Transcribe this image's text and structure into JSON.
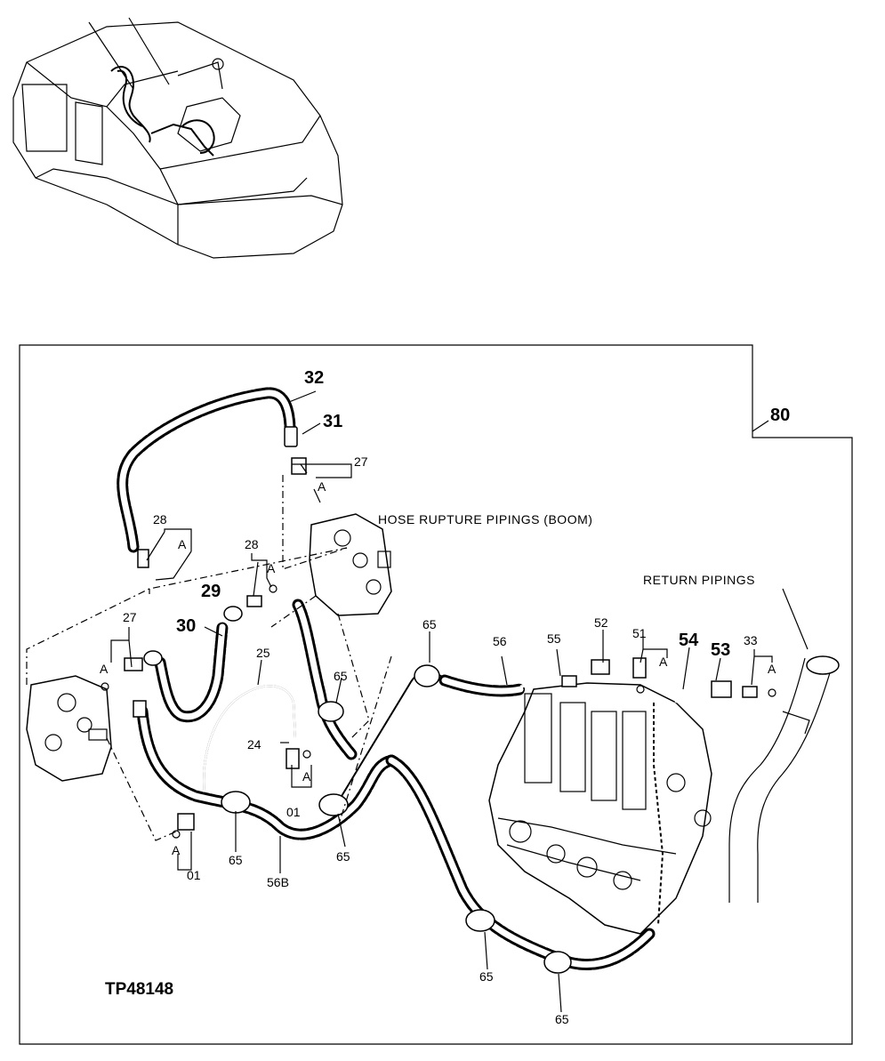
{
  "diagram": {
    "figure_id": "TP48148",
    "captions": {
      "boom": "HOSE RUPTURE PIPINGS (BOOM)",
      "return": "RETURN PIPINGS"
    },
    "frame_ref": "80",
    "callouts": {
      "c32": "32",
      "c31": "31",
      "c27a": "27",
      "a_27a": "A",
      "c28a": "28",
      "a_28a": "A",
      "c28b": "28",
      "a_28b": "A",
      "c29": "29",
      "c30": "30",
      "c27b": "27",
      "a_27b": "A",
      "c25": "25",
      "c65a": "65",
      "c65b": "65",
      "c24": "24",
      "a_01a": "A",
      "c01a": "01",
      "a_01b": "A",
      "c01b": "01",
      "c65c": "65",
      "c56b": "56B",
      "c65d": "65",
      "c56": "56",
      "c55": "55",
      "c52": "52",
      "c51": "51",
      "a_51": "A",
      "c54": "54",
      "c53": "53",
      "c33": "33",
      "a_33": "A",
      "c65e": "65",
      "c65f": "65"
    }
  }
}
